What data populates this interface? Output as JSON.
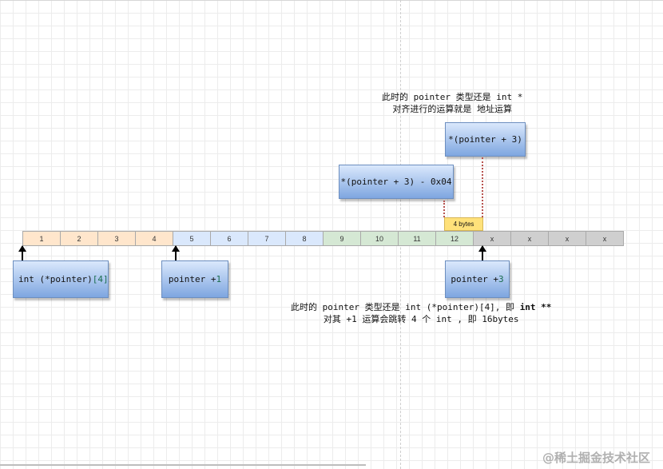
{
  "colors": {
    "orange": "#ffe6cc",
    "blue": "#dae8fc",
    "green": "#d5e8d4",
    "gray": "#cfcfcf",
    "box_border": "#6c8ebf",
    "tag_fill": "#ffe17a",
    "dotted": "#b85450"
  },
  "cells": [
    {
      "label": "1",
      "color": "orange"
    },
    {
      "label": "2",
      "color": "orange"
    },
    {
      "label": "3",
      "color": "orange"
    },
    {
      "label": "4",
      "color": "orange"
    },
    {
      "label": "5",
      "color": "blue"
    },
    {
      "label": "6",
      "color": "blue"
    },
    {
      "label": "7",
      "color": "blue"
    },
    {
      "label": "8",
      "color": "blue"
    },
    {
      "label": "9",
      "color": "green"
    },
    {
      "label": "10",
      "color": "green"
    },
    {
      "label": "11",
      "color": "green"
    },
    {
      "label": "12",
      "color": "green"
    },
    {
      "label": "x",
      "color": "gray"
    },
    {
      "label": "x",
      "color": "gray"
    },
    {
      "label": "x",
      "color": "gray"
    },
    {
      "label": "x",
      "color": "gray"
    }
  ],
  "boxes": {
    "pointer_decl": {
      "text": "int (*pointer)",
      "index": "[4]"
    },
    "pointer_plus_1": {
      "text": "pointer + ",
      "num": "1"
    },
    "pointer_plus_3": {
      "text": "pointer + ",
      "num": "3"
    },
    "deref_plus_3": "*(pointer + 3)",
    "deref_minus_4": "*(pointer + 3) - 0x04"
  },
  "tag": "4 bytes",
  "note_top": {
    "line1": "此时的 pointer 类型还是 int *",
    "line2": "对齐进行的运算就是 地址运算"
  },
  "note_bottom": {
    "line1_a": "此时的 pointer 类型还是 int (*pointer)[4], 即 ",
    "line1_b": "int **",
    "line2": "对其 +1 运算会跳转 4 个 int , 即 16bytes"
  },
  "watermark": "@稀土掘金技术社区"
}
